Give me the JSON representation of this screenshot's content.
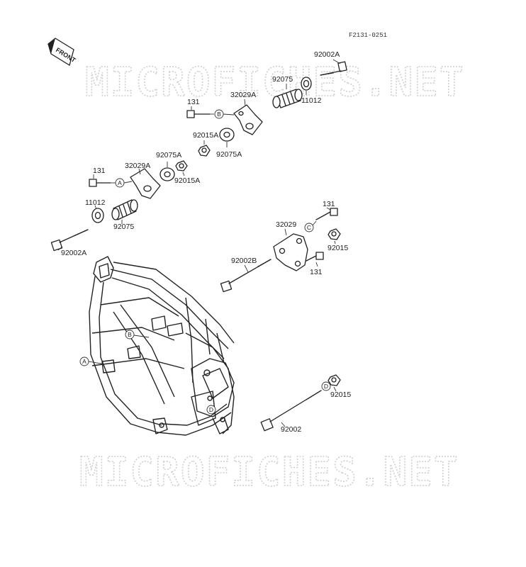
{
  "diagram": {
    "code": "F2131-0251",
    "front_label": "FRONT",
    "watermark": "MICROFICHES.NET",
    "labels": {
      "p92002A_top": "92002A",
      "p11012_top": "11012",
      "p92075_top": "92075",
      "p32029A_top": "32029A",
      "p131_top": "131",
      "p92015A_top": "92015A",
      "p92075A_top": "92075A",
      "p92075A_mid": "92075A",
      "p32029A_mid": "32029A",
      "p131_mid": "131",
      "p92015A_mid": "92015A",
      "p11012_left": "11012",
      "p92075_left": "92075",
      "p92002A_left": "92002A",
      "p131_right": "131",
      "p32029": "32029",
      "p92015_right": "92015",
      "p92002B": "92002B",
      "p131_right_low": "131",
      "p92015_low": "92015",
      "p92002": "92002"
    },
    "callouts": {
      "b_top": "B",
      "a_mid": "A",
      "c_right": "C",
      "d_right": "D",
      "b_frame": "B",
      "a_frame": "A",
      "d_frame": "D"
    }
  }
}
